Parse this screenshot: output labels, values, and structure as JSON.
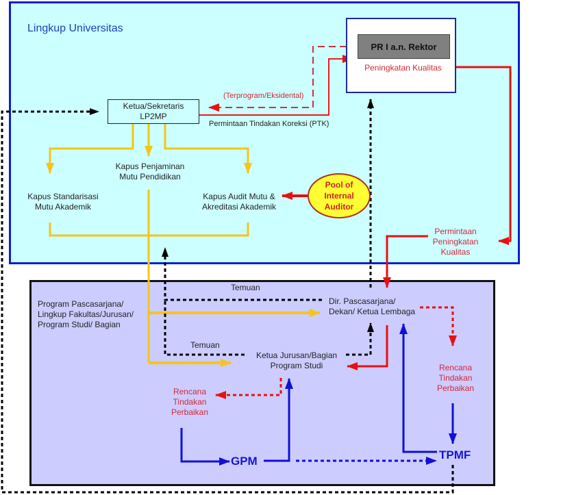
{
  "zones": {
    "university": {
      "title": "Lingkup Universitas"
    },
    "faculty": {
      "label_lines": [
        "Program Pascasarjana/",
        "Lingkup Fakultas/Jurusan/",
        "Program Studi/ Bagian"
      ]
    }
  },
  "nodes": {
    "pr_rektor": {
      "label": "PR I a.n. Rektor",
      "sublabel": "Peningkatan Kualitas"
    },
    "lp2mp": {
      "line1": "Ketua/Sekretaris",
      "line2": "LP2MP"
    },
    "kapus_penjaminan": {
      "line1": "Kapus Penjaminan",
      "line2": "Mutu Pendidikan"
    },
    "kapus_standarisasi": {
      "line1": "Kapus Standarisasi",
      "line2": "Mutu Akademik"
    },
    "kapus_audit": {
      "line1": "Kapus Audit Mutu &",
      "line2": "Akreditasi Akademik"
    },
    "pool_auditor": {
      "line1": "Pool of",
      "line2": "Internal",
      "line3": "Auditor"
    },
    "dir_pascasarjana": {
      "line1": "Dir. Pascasarjana/",
      "line2": "Dekan/ Ketua Lembaga"
    },
    "ketua_jurusan": {
      "line1": "Ketua Jurusan/Bagian",
      "line2": "Program Studi"
    },
    "gpm": {
      "label": "GPM"
    },
    "tpmf": {
      "label": "TPMF"
    }
  },
  "edge_labels": {
    "terprogram": "(Terprogram/Eksidental)",
    "ptk": "Permintaan Tindakan Koreksi (PTK)",
    "permintaan_peningkatan": [
      "Permintaan",
      "Peningkatan",
      "Kualitas"
    ],
    "temuan_1": "Temuan",
    "temuan_2": "Temuan",
    "rtp_left": [
      "Rencana",
      "Tindakan",
      "Perbaikan"
    ],
    "rtp_right": [
      "Rencana",
      "Tindakan",
      "Perbaikan"
    ]
  },
  "colors": {
    "university_bg": "#ccffff",
    "university_border": "#0a1fd0",
    "faculty_bg": "#ccccff",
    "faculty_border": "#111111",
    "red_flow": "#e81010",
    "yellow_flow": "#f5c518",
    "blue_flow": "#1010d8",
    "black_dotted": "#000000",
    "pool_fill": "#ffff33"
  }
}
